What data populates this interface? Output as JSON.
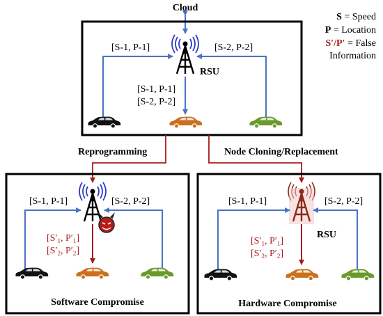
{
  "cloud": {
    "label": "Cloud"
  },
  "legend": {
    "speed": {
      "key": "S",
      "text": " = Speed"
    },
    "location": {
      "key": "P",
      "text": " = Location"
    },
    "false_info": {
      "key": "S′/P′",
      "text": " = False",
      "text2": "Information"
    }
  },
  "top_panel": {
    "rsu_label": "RSU",
    "left_msg": "[S-1, P-1]",
    "right_msg": "[S-2, P-2]",
    "down_msg_1": "[S-1, P-1]",
    "down_msg_2": "[S-2, P-2]"
  },
  "transitions": {
    "left": "Reprogramming",
    "right": "Node Cloning/Replacement"
  },
  "software_panel": {
    "title": "Software Compromise",
    "left_msg": "[S-1, P-1]",
    "right_msg": "[S-2, P-2]",
    "false_msg_1": {
      "open": "[S′",
      "sub1": "1",
      "mid": ", P′",
      "sub2": "1",
      "close": "]"
    },
    "false_msg_2": {
      "open": "[S′",
      "sub1": "2",
      "mid": ", P′",
      "sub2": "2",
      "close": "]"
    }
  },
  "hardware_panel": {
    "title": "Hardware Compromise",
    "rsu_label": "RSU",
    "left_msg": "[S-1, P-1]",
    "right_msg": "[S-2, P-2]",
    "false_msg_1": {
      "open": "[S′",
      "sub1": "1",
      "mid": ", P′",
      "sub2": "1",
      "close": "]"
    },
    "false_msg_2": {
      "open": "[S′",
      "sub1": "2",
      "mid": ", P′",
      "sub2": "2",
      "close": "]"
    }
  },
  "colors": {
    "arrow_blue": "#4a72c4",
    "arrow_red": "#a61c1c",
    "false_text": "#a61c1c",
    "car_black": "#111111",
    "car_orange": "#c9711f",
    "car_green": "#6a9a2c",
    "antenna_waves": "#2b3cc4",
    "hw_tower": "#8b2a1a"
  }
}
